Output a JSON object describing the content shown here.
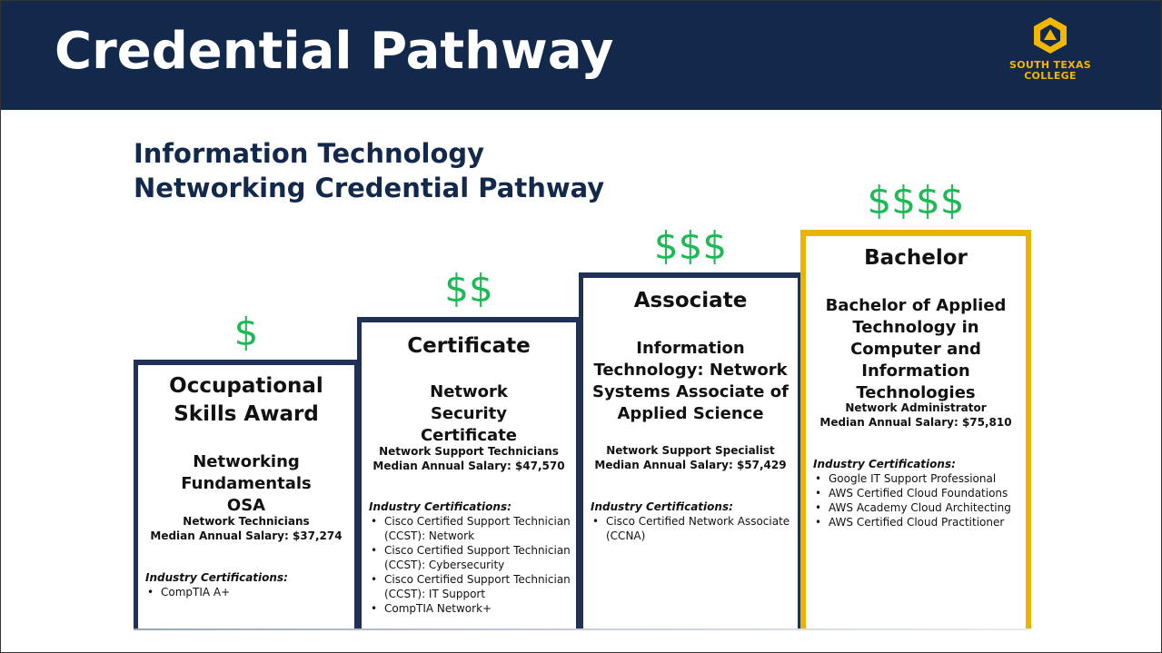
{
  "slide_title": "Credential Pathway",
  "logo": {
    "line1": "SOUTH TEXAS",
    "line2": "COLLEGE",
    "icon": "south-texas-college-logo"
  },
  "subtitle": {
    "line1": "Information Technology",
    "line2": "Networking Credential Pathway"
  },
  "colors": {
    "header_bg": "#13294b",
    "money": "#1db954",
    "step_border": "#1f3157",
    "bachelor_border": "#e8b400",
    "logo": "#f2b700"
  },
  "steps": [
    {
      "price": "$",
      "title": "Occupational Skills Award",
      "program": "Networking Fundamentals OSA",
      "occupation": "Network Technicians",
      "salary": "Median Annual Salary: $37,274",
      "certs_heading": "Industry Certifications:",
      "certs": [
        "CompTIA A+"
      ]
    },
    {
      "price": "$$",
      "title": "Certificate",
      "program": "Network Security Certificate",
      "occupation": "Network Support Technicians",
      "salary": "Median Annual Salary: $47,570",
      "certs_heading": "Industry Certifications:",
      "certs": [
        "Cisco Certified Support Technician (CCST): Network",
        "Cisco Certified Support Technician (CCST): Cybersecurity",
        "Cisco Certified Support Technician (CCST): IT Support",
        "CompTIA Network+"
      ]
    },
    {
      "price": "$$$",
      "title": "Associate",
      "program": "Information Technology: Network Systems Associate of Applied Science",
      "occupation": "Network Support Specialist",
      "salary": "Median Annual Salary: $57,429",
      "certs_heading": "Industry Certifications:",
      "certs": [
        "Cisco Certified Network Associate (CCNA)"
      ]
    },
    {
      "price": "$$$$",
      "title": "Bachelor",
      "program": "Bachelor of Applied Technology in Computer and Information Technologies",
      "occupation": "Network Administrator",
      "salary": "Median Annual Salary: $75,810",
      "certs_heading": "Industry Certifications:",
      "certs": [
        "Google IT Support Professional",
        "AWS Certified Cloud Foundations",
        "AWS Academy Cloud Architecting",
        "AWS Certified Cloud Practitioner"
      ]
    }
  ]
}
